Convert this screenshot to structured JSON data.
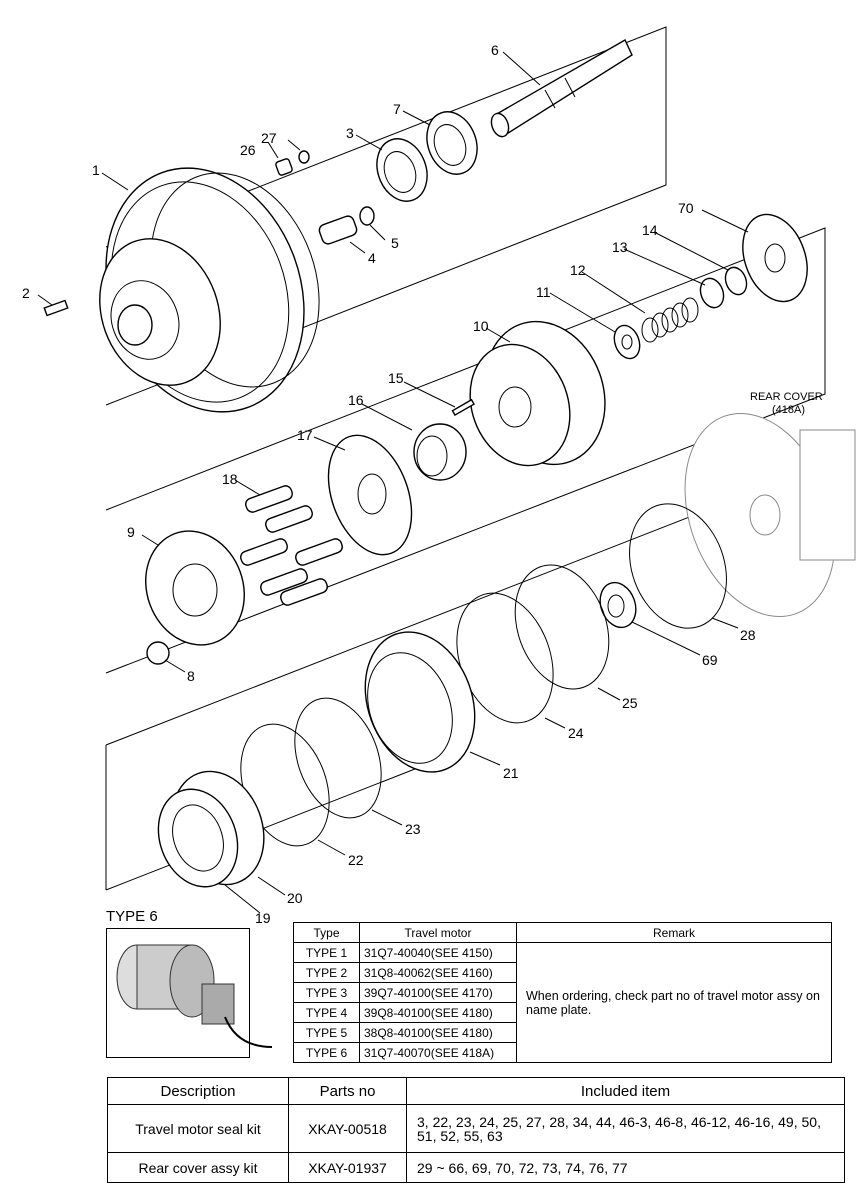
{
  "diagram": {
    "callouts": [
      "1",
      "2",
      "3",
      "4",
      "5",
      "6",
      "7",
      "8",
      "9",
      "10",
      "11",
      "12",
      "13",
      "14",
      "15",
      "16",
      "17",
      "18",
      "19",
      "20",
      "21",
      "22",
      "23",
      "24",
      "25",
      "26",
      "27",
      "28",
      "69",
      "70"
    ],
    "rear_cover_label": "REAR COVER",
    "rear_cover_code": "(418A)"
  },
  "type6": {
    "title": "TYPE 6"
  },
  "type_table": {
    "headers": {
      "type": "Type",
      "motor": "Travel motor",
      "remark": "Remark"
    },
    "rows": [
      {
        "type": "TYPE 1",
        "motor": "31Q7-40040(SEE 4150)"
      },
      {
        "type": "TYPE 2",
        "motor": "31Q8-40062(SEE 4160)"
      },
      {
        "type": "TYPE 3",
        "motor": "39Q7-40100(SEE 4170)"
      },
      {
        "type": "TYPE 4",
        "motor": "39Q8-40100(SEE 4180)"
      },
      {
        "type": "TYPE 5",
        "motor": "38Q8-40100(SEE 4180)"
      },
      {
        "type": "TYPE 6",
        "motor": "31Q7-40070(SEE 418A)"
      }
    ],
    "remark": "When ordering, check part no of travel motor assy on name plate."
  },
  "kit_table": {
    "headers": {
      "description": "Description",
      "parts_no": "Parts no",
      "included": "Included item"
    },
    "rows": [
      {
        "description": "Travel motor seal kit",
        "parts_no": "XKAY-00518",
        "included": "3, 22, 23, 24, 25, 27, 28, 34, 44, 46-3, 46-8, 46-12, 46-16, 49, 50, 51, 52, 55, 63"
      },
      {
        "description": "Rear cover assy kit",
        "parts_no": "XKAY-01937",
        "included": "29 ~ 66, 69, 70, 72, 73, 74, 76, 77"
      }
    ]
  }
}
